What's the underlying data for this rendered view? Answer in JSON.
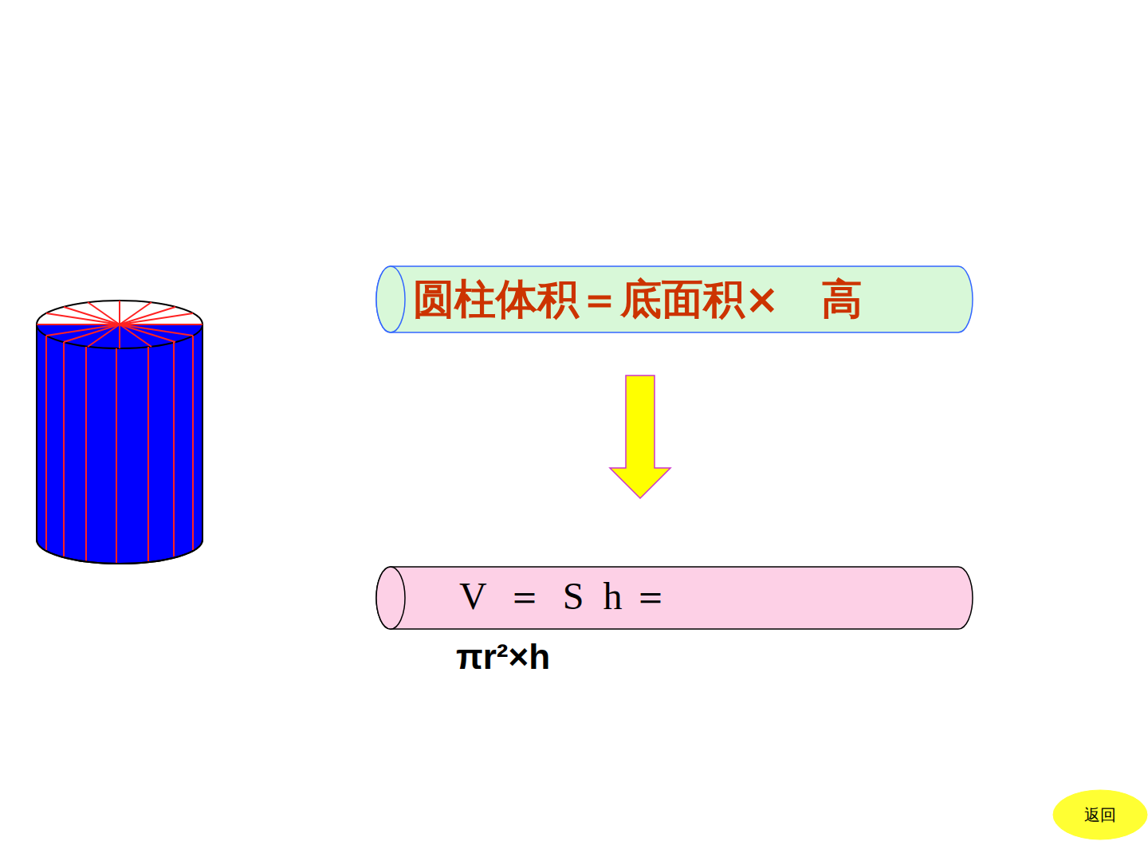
{
  "diagram": {
    "nodes": [
      {
        "text": [
          "圆柱体积＝底面积×　高"
        ]
      },
      {
        "text": [
          "V  ＝  S  h ＝",
          "πr²×h"
        ]
      },
      {
        "text": [
          "返回"
        ]
      }
    ],
    "edges": [
      {
        "from": 0,
        "to": 1,
        "arrow": "to"
      }
    ]
  }
}
